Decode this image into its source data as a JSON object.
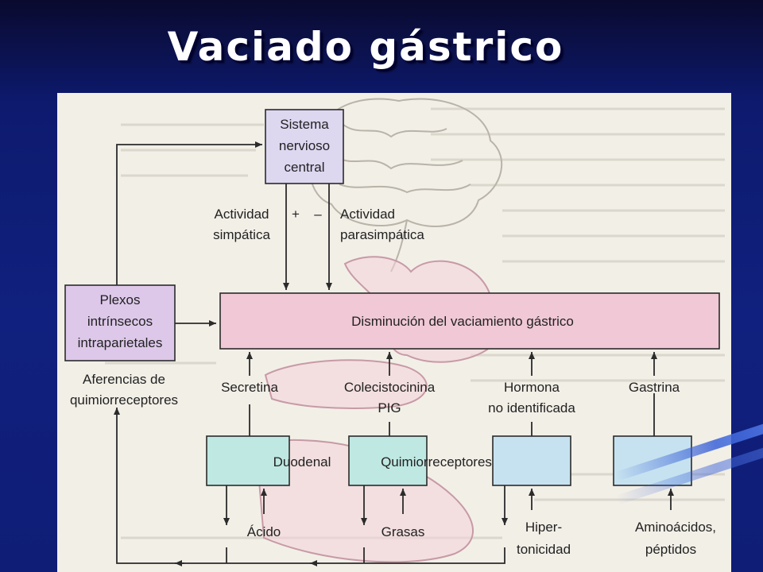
{
  "slide": {
    "title": "Vaciado gástrico"
  },
  "colors": {
    "background": "#10207e",
    "title": "#ffffff",
    "pink_box": "#f0c8d6",
    "lilac_box": "#ddc8ea",
    "blue_box": "#c6e2f0",
    "teal_box": "#bfe8e2",
    "line": "#2b2b2b"
  },
  "diagram": {
    "cns": {
      "line1": "Sistema",
      "line2": "nervioso",
      "line3": "central"
    },
    "sympathetic": {
      "line1": "Actividad",
      "line2": "simpática",
      "sign": "+"
    },
    "parasympathetic": {
      "line1": "Actividad",
      "line2": "parasimpática",
      "sign": "–"
    },
    "plexus": {
      "line1": "Plexos",
      "line2": "intrínsecos",
      "line3": "intraparietales"
    },
    "main_box": "Disminución del vaciamiento gástrico",
    "afferents": {
      "line1": "Aferencias de",
      "line2": "quimiorreceptores"
    },
    "hormones": {
      "secretin": "Secretina",
      "cck_line1": "Colecistocinina",
      "cck_line2": "PIG",
      "unidentified_line1": "Hormona",
      "unidentified_line2": "no identificada",
      "gastrin": "Gastrina"
    },
    "receptors": {
      "duodenal": "Duodenal",
      "chemoreceptors": "Quimiorreceptores"
    },
    "stimuli": {
      "acid": "Ácido",
      "fats": "Grasas",
      "hyper_line1": "Hiper-",
      "hyper_line2": "tonicidad",
      "amino_line1": "Aminoácidos,",
      "amino_line2": "péptidos"
    }
  }
}
